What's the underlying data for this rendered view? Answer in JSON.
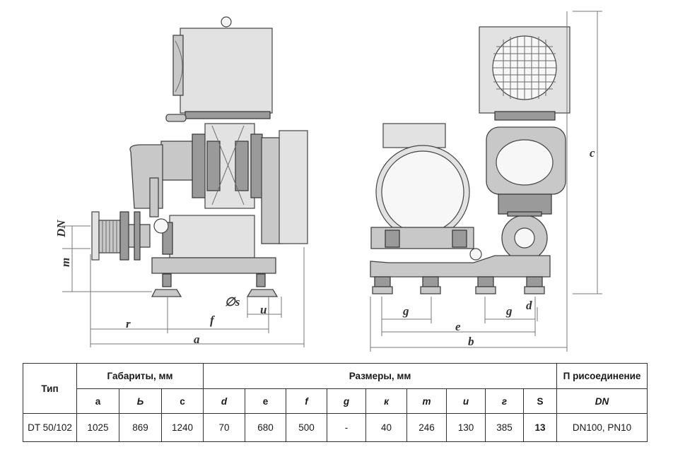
{
  "drawing": {
    "labels": {
      "dn": "DN",
      "m": "m",
      "r": "r",
      "f": "f",
      "a": "a",
      "s": "∅s",
      "u": "u",
      "c": "c",
      "g_left": "g",
      "g_right": "g",
      "d": "d",
      "e": "e",
      "b": "b"
    }
  },
  "table": {
    "type_header": "Тип",
    "dims_header": "Габариты, мм",
    "sizes_header": "Размеры, мм",
    "conn_header": "П рисоединение",
    "columns": {
      "a": "a",
      "b": "Ь",
      "c": "c",
      "d": "d",
      "e": "e",
      "f": "f",
      "g": "g",
      "k": "к",
      "t": "т",
      "i": "и",
      "r": "г",
      "s": "S",
      "dn": "DN"
    },
    "row": {
      "type": "DT 50/102",
      "a": "1025",
      "b": "869",
      "c": "1240",
      "d": "70",
      "e": "680",
      "f": "500",
      "g": "-",
      "k": "40",
      "t": "246",
      "i": "130",
      "r": "385",
      "s": "13",
      "dn": "DN100, PN10"
    }
  }
}
